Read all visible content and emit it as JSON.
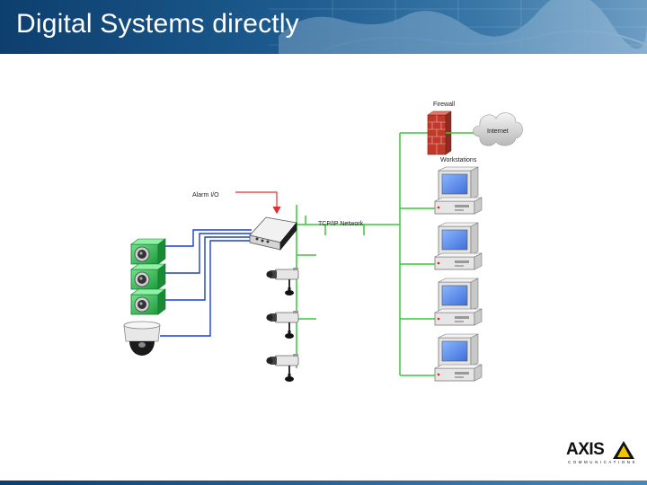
{
  "slide": {
    "title": "Digital Systems directly"
  },
  "diagram": {
    "labels": {
      "firewall": "Firewall",
      "internet": "Internet",
      "workstations": "Workstations",
      "alarm_io": "Alarm I/O",
      "network": "TCP/IP Network"
    }
  },
  "logo": {
    "word": "AXIS",
    "subtitle": "COMMUNICATIONS"
  },
  "colors": {
    "title_bar": "#1d5b8f",
    "network_line": "#33cc33",
    "analog_line": "#1a3fd6",
    "alarm_line": "#e03030",
    "camera_housing": "#3cbf5c"
  }
}
